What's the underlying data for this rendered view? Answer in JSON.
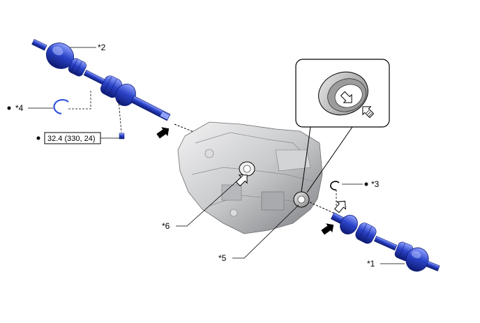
{
  "callouts": {
    "c1": "*1",
    "c2": "*2",
    "c3": "*3",
    "c4": "*4",
    "c5": "*5",
    "c6": "*6"
  },
  "torque_spec": "32.4 (330, 24)",
  "colors": {
    "shaft_blue": "#2b43c9",
    "shaft_dark": "#0d1a70",
    "shaft_light": "#8fa2ff",
    "clip_blue": "#2f53d6",
    "housing_gray": "#c9cacc",
    "outline": "#000000"
  },
  "icons": {
    "install_direction": "filled-arrow-icon",
    "apply_direction": "outline-arrow-icon",
    "replace_part": "bullet-dot-icon"
  }
}
